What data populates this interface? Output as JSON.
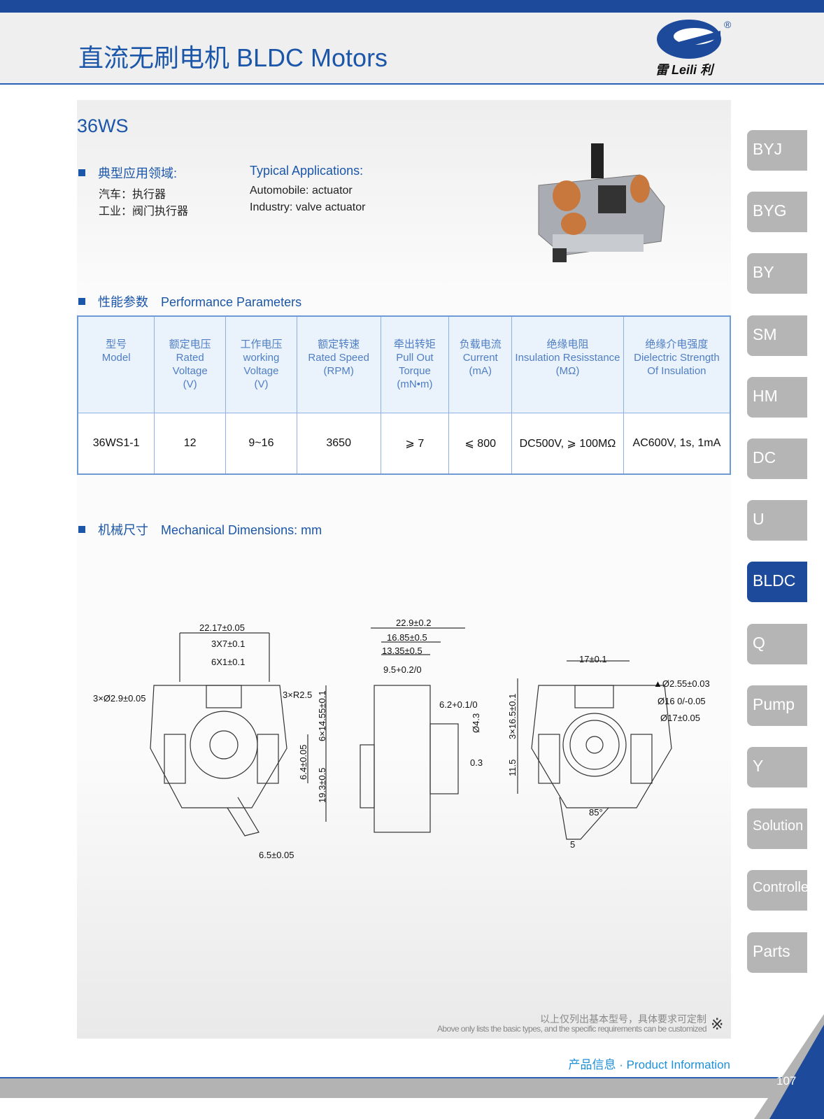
{
  "header": {
    "title": "直流无刷电机 BLDC Motors",
    "logo_text": "雷 Leili 利"
  },
  "model": "36WS",
  "applications": {
    "cn_heading": "典型应用领域:",
    "en_heading": "Typical Applications:",
    "cn_items": [
      "汽车：执行器",
      "工业：阀门执行器"
    ],
    "en_items": [
      "Automobile: actuator",
      "Industry: valve actuator"
    ]
  },
  "performance": {
    "cn_heading": "性能参数",
    "en_heading": "Performance Parameters",
    "columns": [
      [
        "型号",
        "Model"
      ],
      [
        "额定电压",
        "Rated",
        "Voltage",
        "(V)"
      ],
      [
        "工作电压",
        "working",
        "Voltage",
        "(V)"
      ],
      [
        "额定转速",
        "Rated Speed",
        "(RPM)"
      ],
      [
        "牵出转矩",
        "Pull Out",
        "Torque",
        "(mN•m)"
      ],
      [
        "负载电流",
        "Current",
        "(mA)"
      ],
      [
        "绝缘电阻",
        "Insulation Resisstance",
        "(MΩ)"
      ],
      [
        "绝缘介电强度",
        "Dielectric Strength",
        "Of Insulation"
      ]
    ],
    "rows": [
      [
        "36WS1-1",
        "12",
        "9~16",
        "3650",
        "⩾ 7",
        "⩽ 800",
        "DC500V, ⩾ 100MΩ",
        "AC600V, 1s, 1mA"
      ]
    ]
  },
  "mechanical": {
    "cn_heading": "机械尺寸",
    "en_heading": "Mechanical Dimensions: mm",
    "left": [
      "22.17±0.05",
      "3X7±0.1",
      "6X1±0.1",
      "3×Ø2.9±0.05",
      "3×R2.5",
      "6×14.55±0.1",
      "6.4±0.05",
      "19.3±0.5",
      "6.5±0.05"
    ],
    "middle": [
      "22.9±0.2",
      "16.85±0.5",
      "13.35±0.5",
      "9.5+0.2/0",
      "6.2+0.1/0",
      "Ø4.3",
      "0.3"
    ],
    "right": [
      "17±0.1",
      "▲Ø2.55±0.03",
      "Ø16 0/-0.05",
      "Ø17±0.05",
      "3×16.5±0.1",
      "11.5",
      "85°",
      "5"
    ]
  },
  "sidebar": [
    "BYJ",
    "BYG",
    "BY",
    "SM",
    "HM",
    "DC",
    "U",
    "BLDC",
    "Q",
    "Pump",
    "Y",
    "Solution",
    "Controller",
    "Parts"
  ],
  "sidebar_active": "BLDC",
  "note": {
    "cn": "以上仅列出基本型号，具体要求可定制",
    "en": "Above only lists the basic types, and the specific requirements can be customized",
    "icon": "reference-mark-icon"
  },
  "footer": {
    "label": "产品信息 · Product Information",
    "page": "107"
  },
  "colors": {
    "brand": "#1d4a9a",
    "tab": "#b5b5b5",
    "footer_text": "#1e90d8"
  }
}
